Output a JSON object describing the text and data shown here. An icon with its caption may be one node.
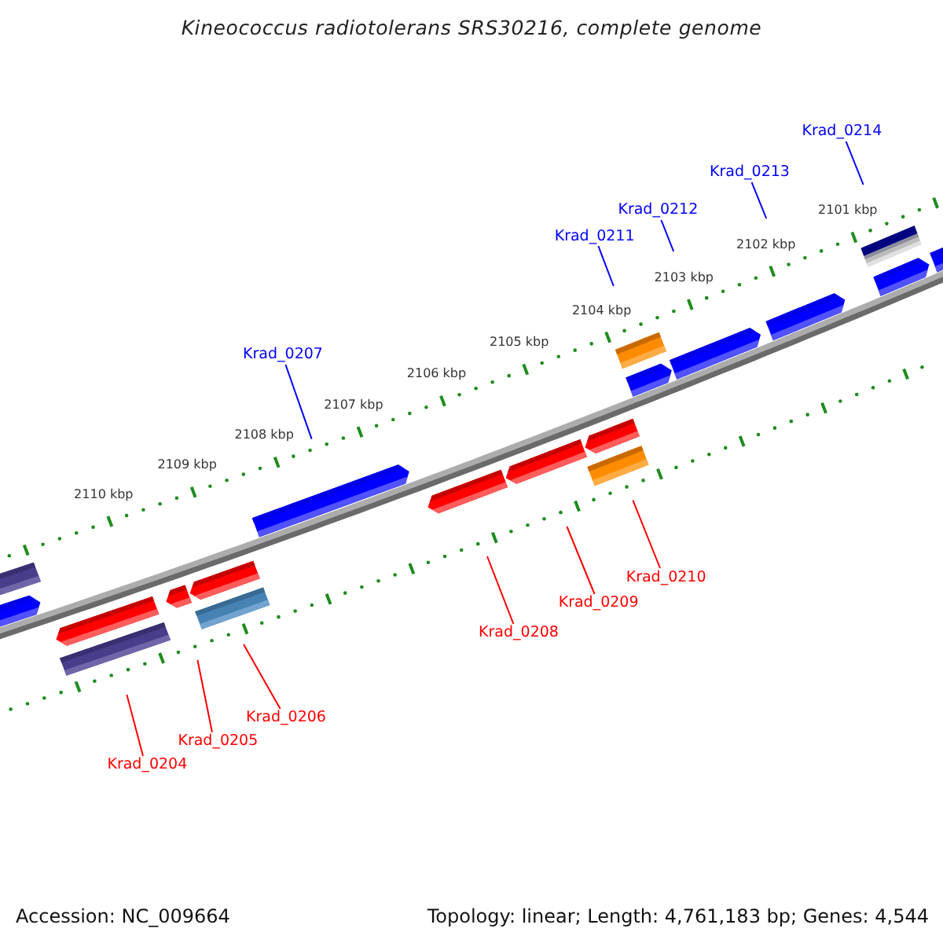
{
  "diagram": {
    "title": "Kineococcus radiotolerans SRS30216, complete genome",
    "nodes": [
      {
        "text": [
          "Krad_0204"
        ]
      },
      {
        "text": [
          "Krad_0205"
        ]
      },
      {
        "text": [
          "Krad_0206"
        ]
      },
      {
        "text": [
          "Krad_0207"
        ]
      },
      {
        "text": [
          "Krad_0208"
        ]
      },
      {
        "text": [
          "Krad_0209"
        ]
      },
      {
        "text": [
          "Krad_0210"
        ]
      },
      {
        "text": [
          "Krad_0211"
        ]
      },
      {
        "text": [
          "Krad_0212"
        ]
      },
      {
        "text": [
          "Krad_0213"
        ]
      },
      {
        "text": [
          "Krad_0214"
        ]
      }
    ],
    "edges": [
      {
        "from": 0,
        "to": null,
        "arrow": "none"
      },
      {
        "from": 1,
        "to": null,
        "arrow": "none"
      },
      {
        "from": 2,
        "to": null,
        "arrow": "none"
      },
      {
        "from": 3,
        "to": null,
        "arrow": "none",
        "color": "#0000ff"
      },
      {
        "from": 4,
        "to": null,
        "arrow": "none"
      },
      {
        "from": 5,
        "to": null,
        "arrow": "none"
      },
      {
        "from": 6,
        "to": null,
        "arrow": "none"
      },
      {
        "from": 7,
        "to": null,
        "arrow": "none",
        "color": "#0000ff"
      },
      {
        "from": 8,
        "to": null,
        "arrow": "none",
        "color": "#0000ff"
      },
      {
        "from": 9,
        "to": null,
        "arrow": "none",
        "color": "#0000ff"
      },
      {
        "from": 10,
        "to": null,
        "arrow": "none",
        "color": "#0000ff"
      }
    ],
    "labels": [
      "2110 kbp",
      "2109 kbp",
      "2108 kbp",
      "2107 kbp",
      "2106 kbp",
      "2105 kbp",
      "2104 kbp",
      "2103 kbp",
      "2102 kbp",
      "2101 kbp",
      "Accession: NC_009664",
      "Topology: linear; Length: 4,761,183 bp; Genes: 4,544"
    ]
  }
}
